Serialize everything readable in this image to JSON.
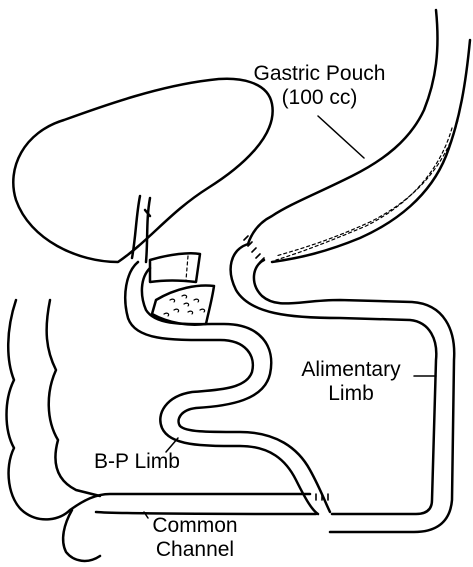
{
  "labels": {
    "gastric_pouch": {
      "line1": "Gastric Pouch",
      "line2": "(100 cc)"
    },
    "alimentary_limb": {
      "line1": "Alimentary",
      "line2": "Limb"
    },
    "bp_limb": "B-P Limb",
    "common_channel": {
      "line1": "Common",
      "line2": "Channel"
    }
  },
  "colors": {
    "ink": "#000000",
    "background": "#ffffff"
  }
}
